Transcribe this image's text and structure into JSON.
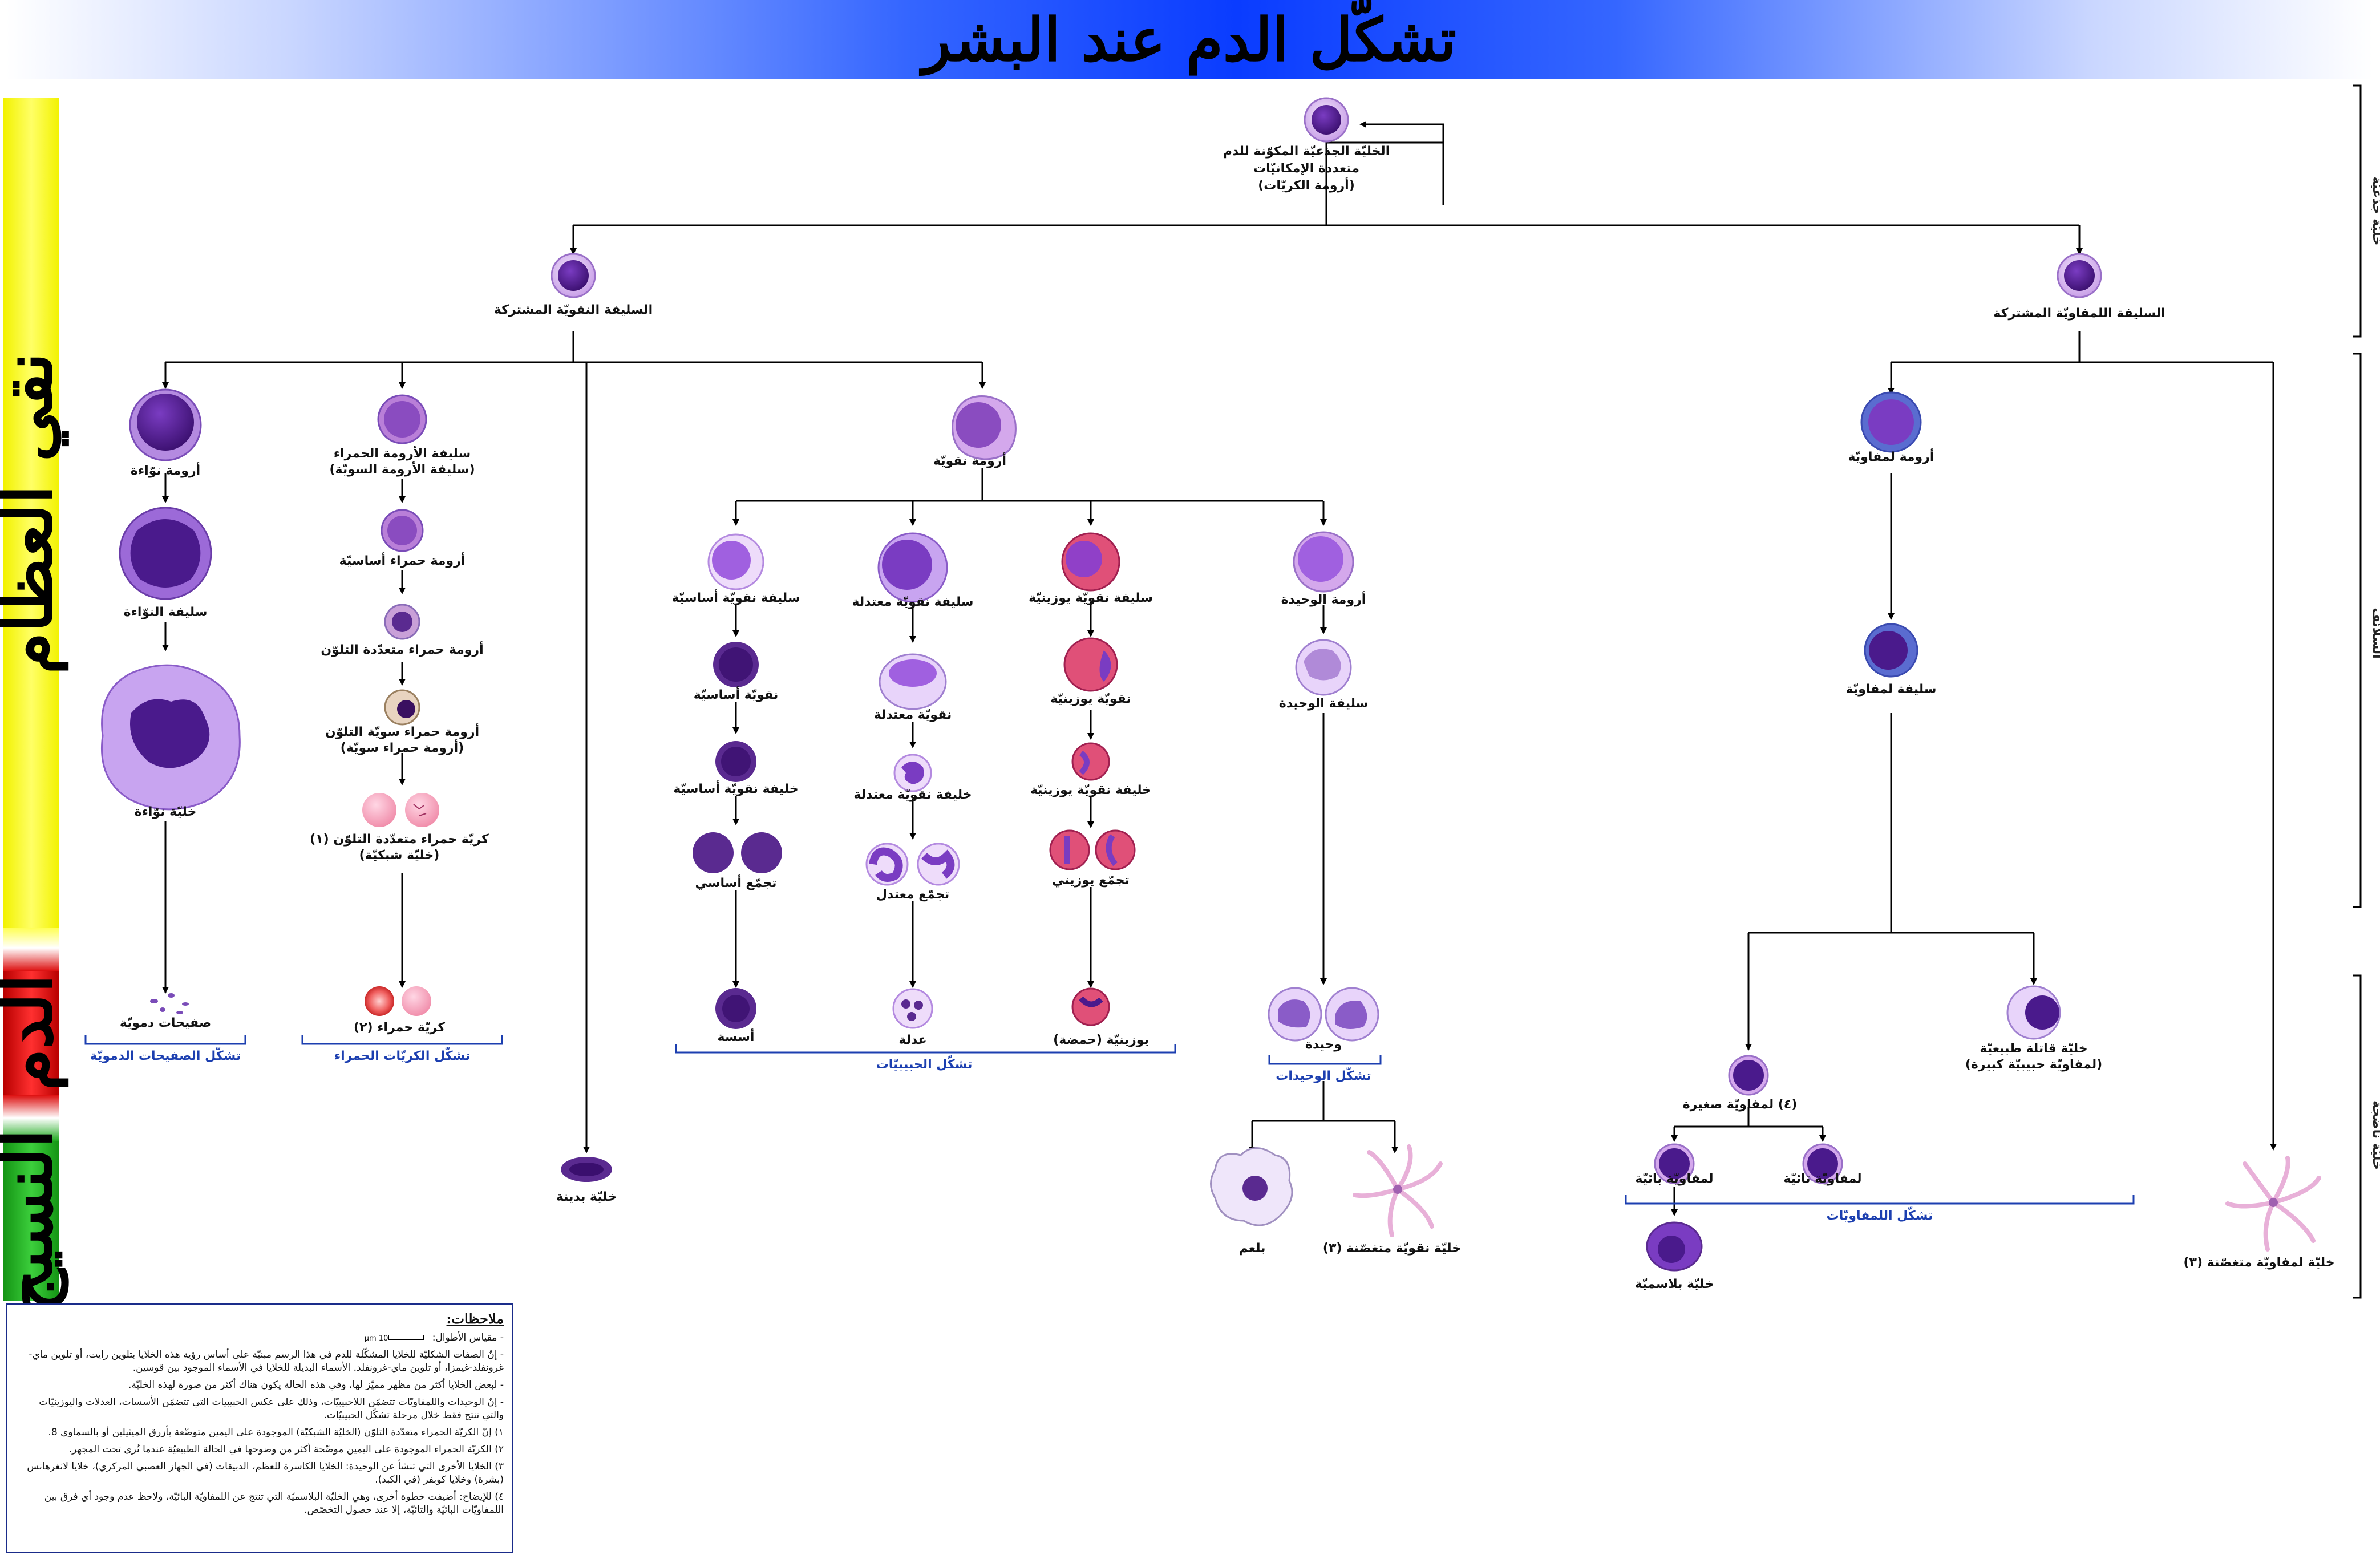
{
  "title": "تشكّل الدم عند البشر",
  "bands": {
    "marrow": "نقي العظام",
    "blood": "الدم",
    "tissue": "النسيج"
  },
  "side_labels": {
    "stem": "خليّة جذعيّة",
    "precursors": "السلائف",
    "mature": "خليّة ناضجة"
  },
  "cells": {
    "hsc": [
      "الخليّة الجذعيّة المكوّنة للدم",
      "متعددة الإمكانيّات",
      "(أرومة الكريّات)"
    ],
    "cmp": [
      "السليفة النقويّة المشتركة"
    ],
    "clp": [
      "السليفة اللمفاويّة المشتركة"
    ],
    "megakaryoblast": [
      "أرومة نوّاءة"
    ],
    "promegakaryocyte": [
      "سليفة النوّاءة"
    ],
    "megakaryocyte": [
      "خليّة نوّاءة"
    ],
    "platelets": [
      "صفيحات دمويّة"
    ],
    "proerythroblast": [
      "سليفة الأرومة الحمراء",
      "(سليفة الأرومة السويّة)"
    ],
    "basophilic_erythroblast": [
      "أرومة حمراء أساسيّة"
    ],
    "polychromatic_erythroblast": [
      "أرومة حمراء متعدّدة التلوّن"
    ],
    "orthochromatic_erythroblast": [
      "أرومة حمراء سويّة التلوّن",
      "(أرومة حمراء سويّة)"
    ],
    "reticulocyte": [
      "كريّة حمراء متعدّدة التلوّن (١)",
      "(خليّة شبكيّة)"
    ],
    "erythrocyte": [
      "كريّة حمراء (٢)"
    ],
    "myeloblast": [
      "أرومة نقويّة"
    ],
    "mast_cell": [
      "خليّة بدينة"
    ],
    "baso_promyelocyte": [
      "سليفة نقويّة أساسيّة"
    ],
    "baso_myelocyte": [
      "نقويّة أساسيّة"
    ],
    "baso_metamyelocyte": [
      "خليفة نقويّة أساسيّة"
    ],
    "baso_band": [
      "تجمّع أساسي"
    ],
    "basophil": [
      "أسسة"
    ],
    "neut_promyelocyte": [
      "سليفة نقويّة معتدلة"
    ],
    "neut_myelocyte": [
      "نقويّة معتدلة"
    ],
    "neut_metamyelocyte": [
      "خليفة نقويّة معتدلة"
    ],
    "neut_band": [
      "تجمّع معتدل"
    ],
    "neutrophil": [
      "عدلة"
    ],
    "eos_promyelocyte": [
      "سليفة نقويّة يوزينيّة"
    ],
    "eos_myelocyte": [
      "نقويّة يوزينيّة"
    ],
    "eos_metamyelocyte": [
      "خليفة نقويّة يوزينيّة"
    ],
    "eos_band": [
      "تجمّع يوزيني"
    ],
    "eosinophil": [
      "يوزينيّة (حمضة)"
    ],
    "monoblast": [
      "أرومة الوحيدة"
    ],
    "promonocyte": [
      "سليفة الوحيدة"
    ],
    "monocyte": [
      "وحيدة"
    ],
    "macrophage": [
      "بلعم"
    ],
    "myeloid_dc": [
      "خليّة نقويّة متغصّنة (٣)"
    ],
    "lymphoblast": [
      "أرومة لمفاويّة"
    ],
    "prolymphocyte": [
      "سليفة لمفاويّة"
    ],
    "nk_cell": [
      "خليّة قاتلة طبيعيّة",
      "(لمفاويّة حبيبيّة كبيرة)"
    ],
    "small_lymphocyte": [
      "(٤) لمفاويّة صغيرة"
    ],
    "b_lymphocyte": [
      "لمفاويّة بائيّة"
    ],
    "t_lymphocyte": [
      "لمفاويّة تائيّة"
    ],
    "plasma_cell": [
      "خليّة بلاسميّة"
    ],
    "lymphoid_dc": [
      "خليّة لمفاويّة متغصّنة (٣)"
    ]
  },
  "groups": {
    "thrombopoiesis": "تشكّل الصفيحات الدمويّة",
    "erythropoiesis": "تشكّل الكريّات الحمراء",
    "granulopoiesis": "تشكّل الحبيبيّات",
    "monocytopoiesis": "تشكّل الوحيدات",
    "lymphopoiesis": "تشكّل اللمفاويّات"
  },
  "notes": {
    "heading": "ملاحظات:",
    "scale": "- مقياس الأطوال:",
    "scale_unit": "10 µm",
    "items": [
      "- إنّ الصفات الشكليّة للخلايا المشكّلة للدم في هذا الرسم مبنيّة على أساس رؤية هذه الخلايا بتلوين رايت، أو تلوين ماي-غرونفلد-غيمزا، أو تلوين ماي-غرونفلد. الأسماء البديلة للخلايا في الأسماء الموجود بين قوسين.",
      "- لبعض الخلايا أكثر من مظهر مميّز لها، وفي هذه الحالة يكون هناك أكثر من صورة لهذه الخليّة.",
      "- إنّ الوحيدات واللمفاويّات تتضمّن اللاحبيبيّات، وذلك على عكس الحبيبيات التي تتضمّن الأسسات، العدلات واليوزينيّات والتي تنتج فقط خلال مرحلة تشكّل الحبيبيّات.",
      "١) إنّ الكريّة الحمراء متعدّدة التلوّن (الخليّة الشبكيّة) الموجودة على اليمين متوضّعة بأزرق الميثيلين أو بالسماوي 8.",
      "٢) الكريّة الحمراء الموجودة على اليمين موضّحة أكثر من وضوحها في الحالة الطبيعيّة عندما تُرى تحت المجهر.",
      "٣) الخلايا الأخرى التي تنشأ عن الوحيدة: الخلايا الكاسرة للعظم، الدبيقات (في الجهاز العصبي المركزي)، خلايا لانغرهانس (بشرة) وخلايا كوبفر (في الكبد).",
      "٤) للإيضاح: أضيفت خطوة أخرى، وهي الخليّة البلاسميّة التي تنتج عن اللمفاويّة البائيّة، ولاحظ عدم وجود أي فرق بين اللمفاويّات البائيّة والتائيّة، إلا عند حصول التخصّص."
    ]
  },
  "colors": {
    "title_gradient": [
      "#ffffff",
      "#0a3cff"
    ],
    "band_marrow": "#ffff55",
    "band_blood": "#dd1111",
    "band_tissue": "#22aa22",
    "group_label": "#1c3fb0",
    "cell_nucleus": "#4a1a8c",
    "cell_cytoplasm": "#c9a0e8"
  }
}
